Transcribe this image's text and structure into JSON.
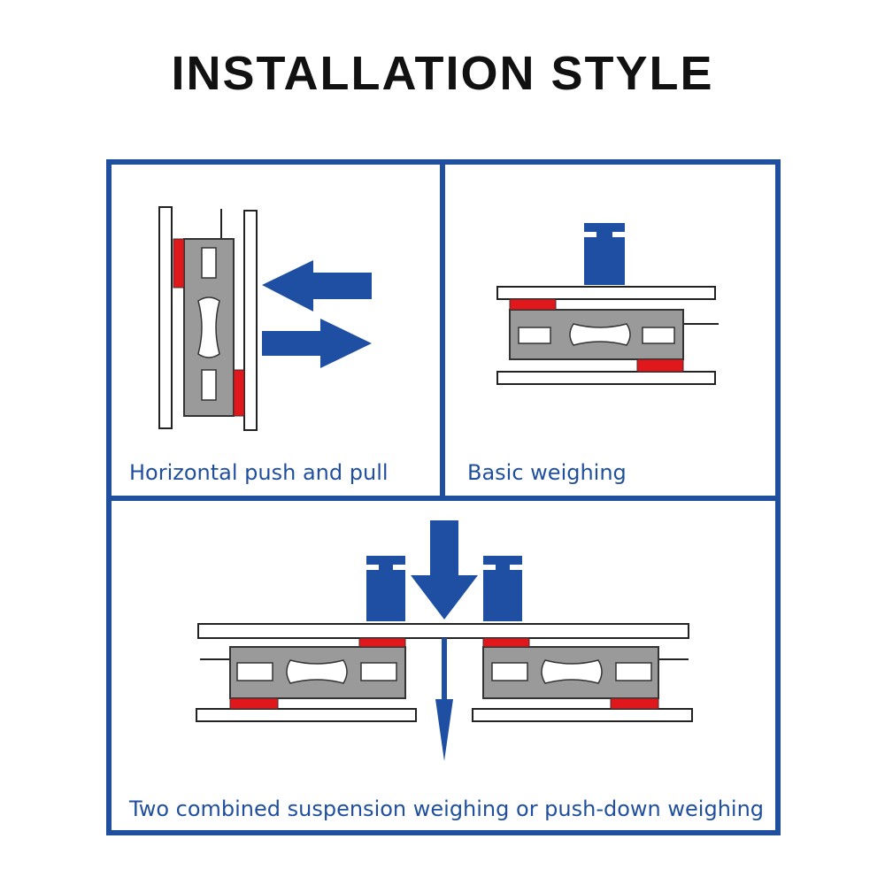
{
  "title": "INSTALLATION STYLE",
  "colors": {
    "frame": "#1f4f9e",
    "arrow": "#1e4fa3",
    "load_cell": "#9a9a9a",
    "pad": "#e0181c",
    "plate": "#ffffff"
  },
  "panels": [
    {
      "id": "horizontal",
      "caption": "Horizontal push and pull"
    },
    {
      "id": "basic",
      "caption": "Basic weighing"
    },
    {
      "id": "combined",
      "caption": "Two combined suspension weighing or push-down weighing"
    }
  ]
}
